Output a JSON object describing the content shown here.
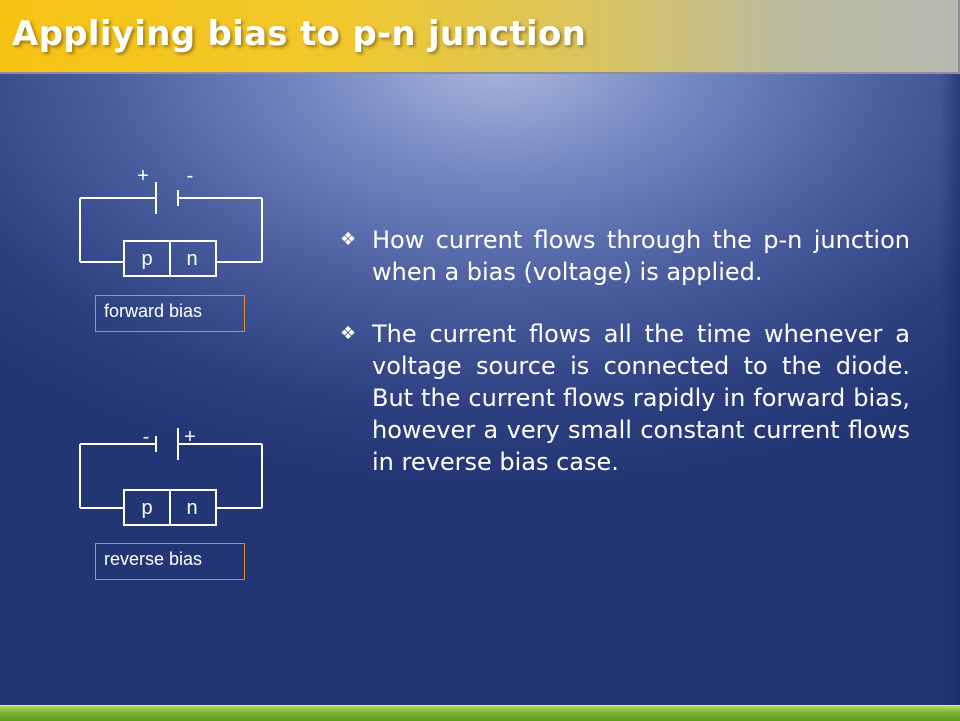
{
  "slide": {
    "title": "Appliying bias to p-n junction"
  },
  "diagrams": {
    "forward": {
      "left_sign": "+",
      "right_sign": "-",
      "p_label": "p",
      "n_label": "n",
      "caption": "forward bias"
    },
    "reverse": {
      "left_sign": "-",
      "right_sign": "+",
      "p_label": "p",
      "n_label": "n",
      "caption": "reverse bias"
    }
  },
  "bullets": {
    "glyph": "❖",
    "items": [
      "How current flows through the p-n junction when a bias (voltage) is applied.",
      "The current flows all the time whenever a voltage source is connected to the diode. But the current flows rapidly in forward bias, however a very small constant current flows in  reverse bias case."
    ]
  },
  "colors": {
    "title_bar_start": "#f6c312",
    "title_bar_end": "#b7b9b2",
    "background_center": "#aab6dc",
    "background_edge": "#223574",
    "caption_border": "#e08b34",
    "bottom_stripe": "#7bb42e"
  }
}
